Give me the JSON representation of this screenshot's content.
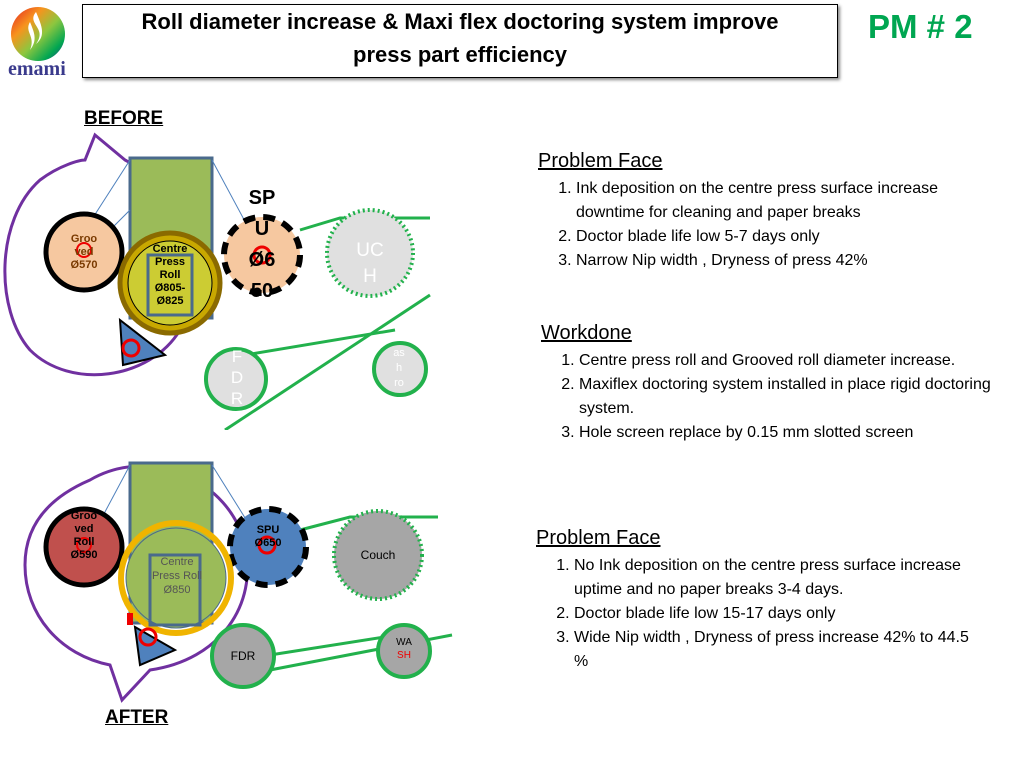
{
  "header": {
    "title_line1": "Roll diameter increase & Maxi flex doctoring system  improve",
    "title_line2": "press part efficiency",
    "badge": "PM # 2",
    "logo_text": "emami"
  },
  "diagram_before": {
    "label": "BEFORE",
    "grooved_roll": [
      "Groo",
      "ved",
      "Ø570"
    ],
    "centre_roll": [
      "Centre",
      "Press",
      "Roll",
      "Ø805-",
      "Ø825"
    ],
    "spu": [
      "SP",
      "U",
      "Ø6",
      "50"
    ],
    "couch": [
      "UC",
      "H"
    ],
    "fdr": [
      "F",
      "D",
      "R"
    ],
    "wash": [
      "as",
      "h",
      "ro"
    ]
  },
  "diagram_after": {
    "label": "AFTER",
    "grooved_roll": [
      "Groo",
      "ved",
      "Roll",
      "Ø590"
    ],
    "centre_roll": [
      "Centre",
      "Press Roll",
      "Ø850"
    ],
    "spu": [
      "SPU",
      "Ø650"
    ],
    "couch": "Couch",
    "fdr": "FDR",
    "wash": [
      "WA",
      "SH"
    ]
  },
  "problem_before": {
    "heading": "Problem Face",
    "items": [
      "Ink deposition  on the centre press surface increase downtime for cleaning and paper breaks",
      "Doctor blade life low 5-7 days only",
      "Narrow Nip width , Dryness of press 42%"
    ]
  },
  "workdone": {
    "heading": "Workdone",
    "items": [
      "Centre press roll and Grooved roll diameter increase.",
      "Maxiflex doctoring system installed in place rigid doctoring system.",
      "Hole screen replace by 0.15 mm slotted screen"
    ]
  },
  "problem_after": {
    "heading": "Problem Face",
    "items": [
      "No Ink deposition  on the centre press surface increase uptime  and no  paper breaks  3-4 days.",
      "Doctor blade life low 15-17 days only",
      "Wide  Nip width , Dryness of press  increase  42% to 44.5 %"
    ]
  },
  "colors": {
    "accent_green": "#00a651",
    "felt_green": "#22b14c",
    "press_frame": "#9bbb59",
    "grooved_before": "#f6c8a0",
    "grooved_after": "#c0504d",
    "spu_after": "#4f81bd",
    "outline_purple": "#7030a0",
    "ring_gold": "#f0b400"
  }
}
